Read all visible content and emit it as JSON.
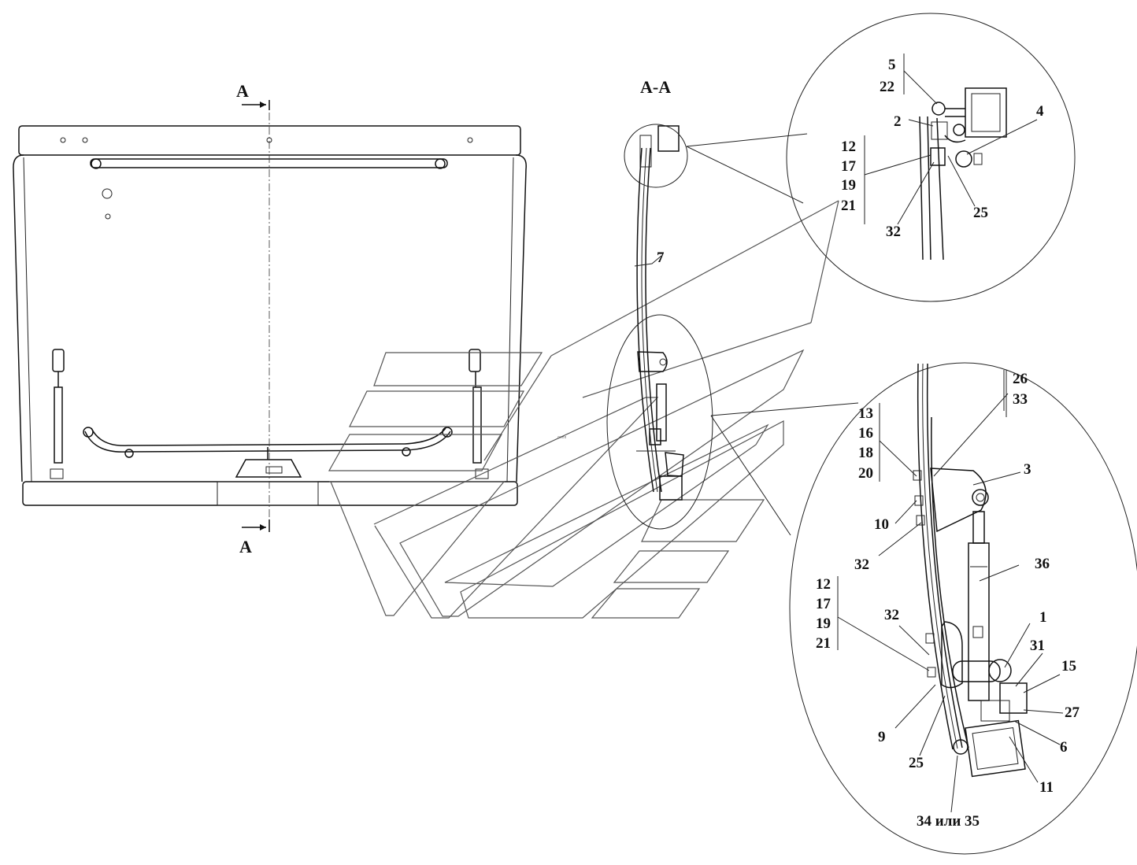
{
  "section": {
    "letter_top": "A",
    "letter_bottom": "A",
    "title": "А-А"
  },
  "callouts": {
    "top_detail": {
      "n5": "5",
      "n22": "22",
      "n2": "2",
      "n4": "4",
      "n12": "12",
      "n17": "17",
      "n19": "19",
      "n21": "21",
      "n32": "32",
      "n25": "25"
    },
    "main_view": {
      "n7": "7"
    },
    "bottom_detail": {
      "n26": "26",
      "n33": "33",
      "n13": "13",
      "n16": "16",
      "n18": "18",
      "n20": "20",
      "n3": "3",
      "n10": "10",
      "n32a": "32",
      "n36": "36",
      "n12": "12",
      "n17": "17",
      "n19": "19",
      "n21": "21",
      "n32b": "32",
      "n1": "1",
      "n31": "31",
      "n15": "15",
      "n27": "27",
      "n9": "9",
      "n6": "6",
      "n25": "25",
      "n11": "11",
      "n34": "34 или 35"
    }
  }
}
